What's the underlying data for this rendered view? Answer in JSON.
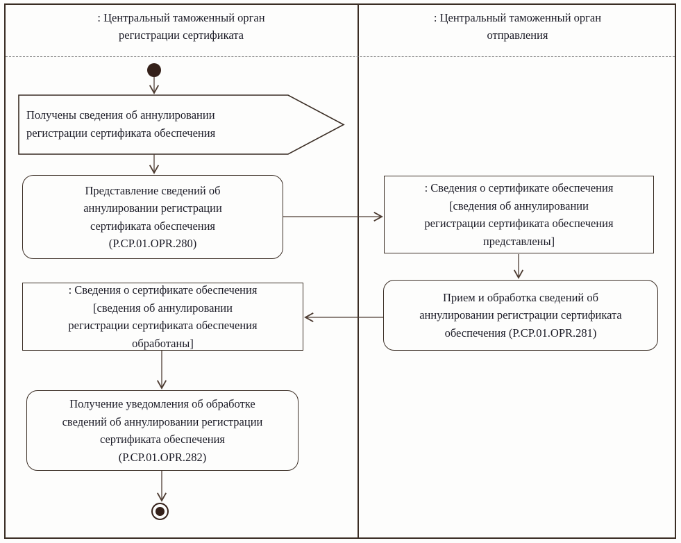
{
  "lanes": [
    {
      "label": ": Центральный таможенный орган\nрегистрации сертификата"
    },
    {
      "label": ": Центральный таможенный орган\nотправления"
    }
  ],
  "nodes": {
    "initial": {
      "type": "initial-node",
      "lane": 0
    },
    "signal_received": {
      "type": "signal-receipt",
      "lane": 0,
      "label": "Получены сведения об аннулировании\nрегистрации сертификата обеспечения"
    },
    "action_280": {
      "type": "action",
      "lane": 0,
      "label": "Представление сведений об\nаннулировании регистрации\nсертификата обеспечения\n(P.CP.01.OPR.280)"
    },
    "object_presented": {
      "type": "object",
      "lane": 1,
      "label": ": Сведения о сертификате обеспечения\n[сведения об аннулировании\nрегистрации сертификата обеспечения\nпредставлены]"
    },
    "action_281": {
      "type": "action",
      "lane": 1,
      "label": "Прием и обработка сведений об\nаннулировании регистрации сертификата\nобеспечения (P.CP.01.OPR.281)"
    },
    "object_processed": {
      "type": "object",
      "lane": 0,
      "label": ": Сведения о сертификате обеспечения\n[сведения об аннулировании\nрегистрации сертификата обеспечения\nобработаны]"
    },
    "action_282": {
      "type": "action",
      "lane": 0,
      "label": "Получение уведомления об обработке\nсведений об аннулировании регистрации\nсертификата обеспечения\n(P.CP.01.OPR.282)"
    },
    "final": {
      "type": "final-node",
      "lane": 0
    }
  },
  "edges": [
    {
      "from": "initial",
      "to": "signal_received"
    },
    {
      "from": "signal_received",
      "to": "action_280"
    },
    {
      "from": "action_280",
      "to": "object_presented"
    },
    {
      "from": "object_presented",
      "to": "action_281"
    },
    {
      "from": "action_281",
      "to": "object_processed"
    },
    {
      "from": "object_processed",
      "to": "action_282"
    },
    {
      "from": "action_282",
      "to": "final"
    }
  ],
  "colors": {
    "background": "#fdfdfc",
    "border": "#3a2d24",
    "connector": "#4e3d33",
    "node_fill": "#35211a",
    "text": "#1b1b26",
    "lane_separator": "#8f8f8f"
  }
}
